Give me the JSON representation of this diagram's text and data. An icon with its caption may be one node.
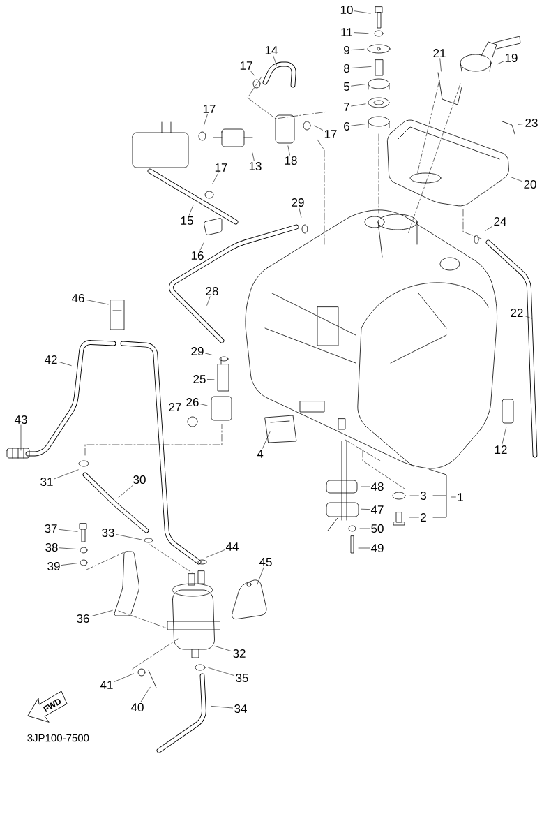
{
  "diagram": {
    "nodes": [
      {
        "text": [
          "10"
        ]
      },
      {
        "text": [
          "11"
        ]
      },
      {
        "text": [
          "9"
        ]
      },
      {
        "text": [
          "8"
        ]
      },
      {
        "text": [
          "5"
        ]
      },
      {
        "text": [
          "7"
        ]
      },
      {
        "text": [
          "6"
        ]
      },
      {
        "text": [
          "14"
        ]
      },
      {
        "text": [
          "17"
        ]
      },
      {
        "text": [
          "17"
        ]
      },
      {
        "text": [
          "17"
        ]
      },
      {
        "text": [
          "17"
        ]
      },
      {
        "text": [
          "13"
        ]
      },
      {
        "text": [
          "18"
        ]
      },
      {
        "text": [
          "15"
        ]
      },
      {
        "text": [
          "16"
        ]
      },
      {
        "text": [
          "21"
        ]
      },
      {
        "text": [
          "19"
        ]
      },
      {
        "text": [
          "23"
        ]
      },
      {
        "text": [
          "20"
        ]
      },
      {
        "text": [
          "29"
        ]
      },
      {
        "text": [
          "24"
        ]
      },
      {
        "text": [
          "22"
        ]
      },
      {
        "text": [
          "28"
        ]
      },
      {
        "text": [
          "29"
        ]
      },
      {
        "text": [
          "25"
        ]
      },
      {
        "text": [
          "26"
        ]
      },
      {
        "text": [
          "27"
        ]
      },
      {
        "text": [
          "4"
        ]
      },
      {
        "text": [
          "12"
        ]
      },
      {
        "text": [
          "46"
        ]
      },
      {
        "text": [
          "42"
        ]
      },
      {
        "text": [
          "43"
        ]
      },
      {
        "text": [
          "31"
        ]
      },
      {
        "text": [
          "30"
        ]
      },
      {
        "text": [
          "37"
        ]
      },
      {
        "text": [
          "38"
        ]
      },
      {
        "text": [
          "39"
        ]
      },
      {
        "text": [
          "33"
        ]
      },
      {
        "text": [
          "44"
        ]
      },
      {
        "text": [
          "45"
        ]
      },
      {
        "text": [
          "36"
        ]
      },
      {
        "text": [
          "32"
        ]
      },
      {
        "text": [
          "35"
        ]
      },
      {
        "text": [
          "34"
        ]
      },
      {
        "text": [
          "41"
        ]
      },
      {
        "text": [
          "40"
        ]
      },
      {
        "text": [
          "48"
        ]
      },
      {
        "text": [
          "47"
        ]
      },
      {
        "text": [
          "50"
        ]
      },
      {
        "text": [
          "49"
        ]
      },
      {
        "text": [
          "3"
        ]
      },
      {
        "text": [
          "2"
        ]
      },
      {
        "text": [
          "1"
        ]
      }
    ],
    "edges": [
      {
        "from": 0,
        "to": null,
        "arrow": "none"
      },
      {
        "from": 1,
        "to": null,
        "arrow": "none"
      },
      {
        "from": 2,
        "to": null,
        "arrow": "none"
      },
      {
        "from": 3,
        "to": null,
        "arrow": "none"
      },
      {
        "from": 4,
        "to": null,
        "arrow": "none"
      },
      {
        "from": 5,
        "to": null,
        "arrow": "none"
      },
      {
        "from": 6,
        "to": null,
        "arrow": "none"
      },
      {
        "from": 7,
        "to": null,
        "arrow": "none"
      },
      {
        "from": 8,
        "to": null,
        "arrow": "none"
      },
      {
        "from": 9,
        "to": null,
        "arrow": "none"
      },
      {
        "from": 10,
        "to": null,
        "arrow": "none"
      },
      {
        "from": 11,
        "to": null,
        "arrow": "none"
      },
      {
        "from": 12,
        "to": null,
        "arrow": "none"
      },
      {
        "from": 13,
        "to": null,
        "arrow": "none"
      },
      {
        "from": 14,
        "to": null,
        "arrow": "none"
      },
      {
        "from": 15,
        "to": null,
        "arrow": "none"
      },
      {
        "from": 16,
        "to": null,
        "arrow": "none"
      },
      {
        "from": 17,
        "to": null,
        "arrow": "none"
      },
      {
        "from": 18,
        "to": null,
        "arrow": "none"
      },
      {
        "from": 19,
        "to": null,
        "arrow": "none"
      },
      {
        "from": 20,
        "to": null,
        "arrow": "none"
      },
      {
        "from": 21,
        "to": null,
        "arrow": "none"
      },
      {
        "from": 22,
        "to": null,
        "arrow": "none"
      },
      {
        "from": 23,
        "to": null,
        "arrow": "none"
      },
      {
        "from": 24,
        "to": null,
        "arrow": "none"
      },
      {
        "from": 25,
        "to": null,
        "arrow": "none"
      },
      {
        "from": 26,
        "to": null,
        "arrow": "none"
      },
      {
        "from": 28,
        "to": null,
        "arrow": "none"
      },
      {
        "from": 29,
        "to": null,
        "arrow": "none"
      },
      {
        "from": 30,
        "to": null,
        "arrow": "none"
      },
      {
        "from": 31,
        "to": null,
        "arrow": "none"
      },
      {
        "from": 32,
        "to": null,
        "arrow": "none"
      },
      {
        "from": 33,
        "to": null,
        "arrow": "none"
      },
      {
        "from": 34,
        "to": null,
        "arrow": "none"
      },
      {
        "from": 35,
        "to": null,
        "arrow": "none"
      },
      {
        "from": 36,
        "to": null,
        "arrow": "none"
      },
      {
        "from": 37,
        "to": null,
        "arrow": "none"
      },
      {
        "from": 38,
        "to": null,
        "arrow": "none"
      },
      {
        "from": 39,
        "to": null,
        "arrow": "none"
      },
      {
        "from": 40,
        "to": null,
        "arrow": "none"
      },
      {
        "from": 41,
        "to": null,
        "arrow": "none"
      },
      {
        "from": 42,
        "to": null,
        "arrow": "none"
      },
      {
        "from": 43,
        "to": null,
        "arrow": "none"
      },
      {
        "from": 44,
        "to": null,
        "arrow": "none"
      },
      {
        "from": 45,
        "to": null,
        "arrow": "none"
      },
      {
        "from": 46,
        "to": null,
        "arrow": "none"
      },
      {
        "from": 47,
        "to": null,
        "arrow": "none"
      },
      {
        "from": 48,
        "to": null,
        "arrow": "none"
      },
      {
        "from": 49,
        "to": null,
        "arrow": "none"
      },
      {
        "from": 50,
        "to": null,
        "arrow": "none"
      },
      {
        "from": 51,
        "to": null,
        "arrow": "none"
      },
      {
        "from": 52,
        "to": null,
        "arrow": "none"
      },
      {
        "from": 53,
        "to": null,
        "arrow": "none"
      }
    ],
    "labels": [
      "FWD",
      "3JP100-7500"
    ]
  }
}
